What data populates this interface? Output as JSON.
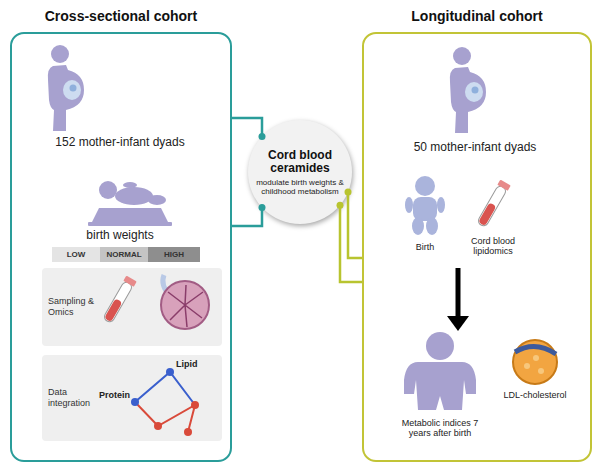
{
  "diagram": {
    "nodes": [
      {
        "text": [
          "Cross-sectional cohort"
        ]
      },
      {
        "text": [
          "LOW"
        ],
        "in": 0
      },
      {
        "text": [
          "NORMAL"
        ],
        "in": 0
      },
      {
        "text": [
          "HIGH"
        ],
        "in": 0
      },
      {
        "text": [
          "Sampling & Omics"
        ],
        "in": 0
      },
      {
        "text": [
          "Data integration"
        ],
        "in": 0
      },
      {
        "text": [
          "Cord blood ceramides",
          "modulate birth weights & childhood metabolism"
        ]
      },
      {
        "text": [
          "Longitudinal cohort"
        ]
      }
    ],
    "edges": [
      {
        "from": 0,
        "to": 6,
        "arrow": "none"
      },
      {
        "from": 0,
        "to": 6,
        "arrow": "none"
      },
      {
        "from": 6,
        "to": 7,
        "arrow": "none"
      },
      {
        "from": 6,
        "to": 7,
        "arrow": "none"
      }
    ],
    "labels": [
      "152 mother-infant dyads",
      "birth weights",
      "Lipid",
      "Protein",
      "50 mother-infant dyads",
      "Birth",
      "Cord blood lipidomics",
      "Metabolic indices 7 years after birth",
      "LDL-cholesterol"
    ]
  }
}
